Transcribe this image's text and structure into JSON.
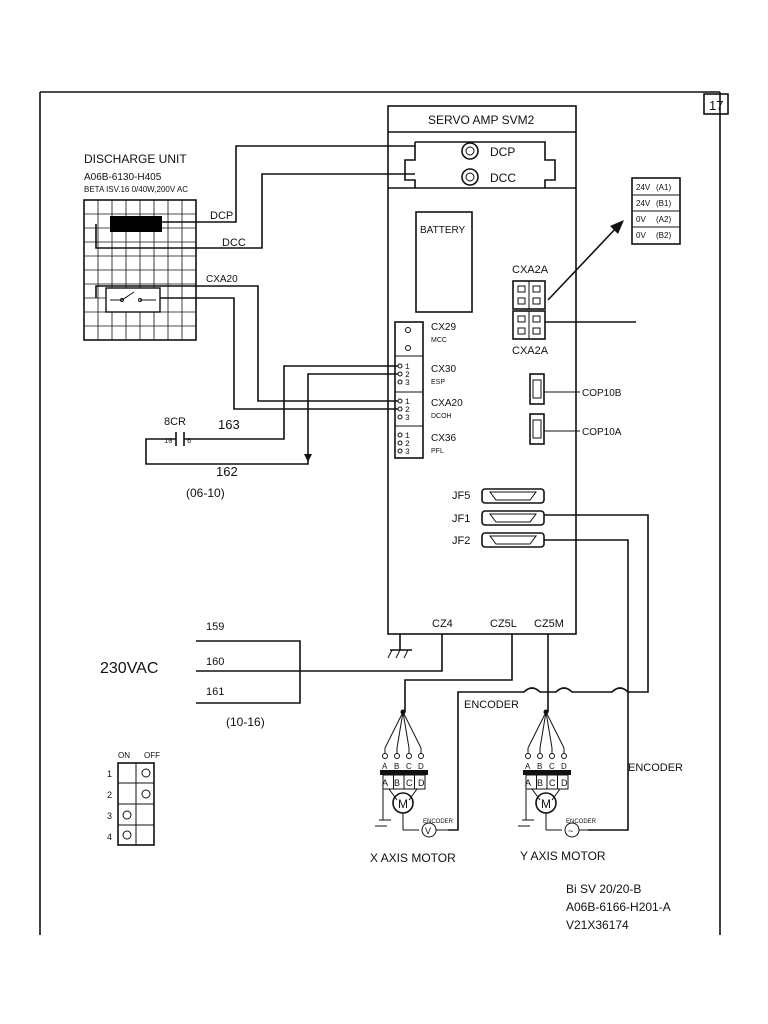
{
  "page_number": "17",
  "servo": {
    "title": "SERVO AMP SVM2",
    "dcp": "DCP",
    "dcc": "DCC",
    "battery": "BATTERY"
  },
  "discharge_unit": {
    "title": "DISCHARGE UNIT",
    "part": "A06B-6130-H405",
    "spec": "BETA ISV.16 0/40W,200V AC"
  },
  "wire_labels": {
    "dcp": "DCP",
    "dcc": "DCC",
    "cxa20": "CXA20",
    "w163": "163",
    "w162": "162",
    "range_top": "(06-10)",
    "w159": "159",
    "w160": "160",
    "w161": "161",
    "range_bottom": "(10-16)",
    "vac": "230VAC"
  },
  "relay": {
    "name": "8CR",
    "pin_a": "10",
    "pin_b": "6"
  },
  "connectors": {
    "cx29": {
      "name": "CX29",
      "sub": "MCC"
    },
    "cx30": {
      "name": "CX30",
      "sub": "ESP"
    },
    "cxa20": {
      "name": "CXA20",
      "sub": "DCOH"
    },
    "cx36": {
      "name": "CX36",
      "sub": "PFL"
    },
    "pin1": "1",
    "pin2": "2",
    "pin3": "3",
    "cxa2a_top": "CXA2A",
    "cxa2a_bottom": "CXA2A",
    "cop10b": "COP10B",
    "cop10a": "COP10A",
    "jf5": "JF5",
    "jf1": "JF1",
    "jf2": "JF2",
    "cz4": "CZ4",
    "cz5l": "CZ5L",
    "cz5m": "CZ5M"
  },
  "power_table": [
    {
      "label": "24V",
      "pin": "(A1)"
    },
    {
      "label": "24V",
      "pin": "(B1)"
    },
    {
      "label": "0V",
      "pin": "(A2)"
    },
    {
      "label": "0V",
      "pin": "(B2)"
    }
  ],
  "encoder_labels": {
    "x_line": "ENCODER",
    "y_line": "ENCODER",
    "small": "ENCODER"
  },
  "motors": {
    "x": {
      "title": "X AXIS MOTOR",
      "m": "M",
      "v": "V"
    },
    "y": {
      "title": "Y AXIS MOTOR",
      "m": "M",
      "v": "V"
    },
    "terms": [
      "A",
      "B",
      "C",
      "D"
    ]
  },
  "dip_switch": {
    "on": "ON",
    "off": "OFF",
    "rows": [
      "1",
      "2",
      "3",
      "4"
    ]
  },
  "footer": {
    "line1": "Bi SV 20/20-B",
    "line2": "A06B-6166-H201-A",
    "line3": "V21X36174"
  }
}
